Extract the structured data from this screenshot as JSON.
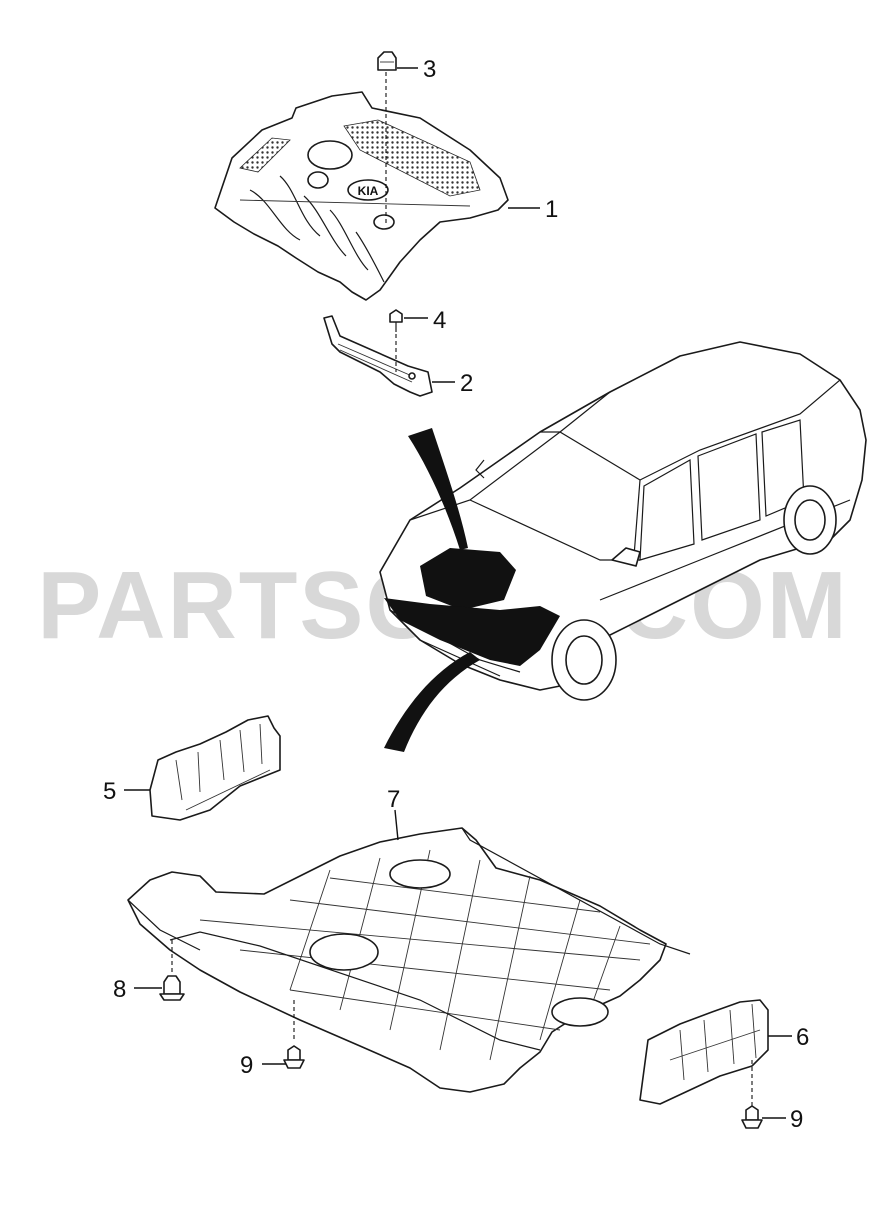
{
  "watermark": "PARTSOUQ.COM",
  "callouts": [
    {
      "id": "c1",
      "label": "1"
    },
    {
      "id": "c2",
      "label": "2"
    },
    {
      "id": "c3",
      "label": "3"
    },
    {
      "id": "c4",
      "label": "4"
    },
    {
      "id": "c5",
      "label": "5"
    },
    {
      "id": "c6",
      "label": "6"
    },
    {
      "id": "c7",
      "label": "7"
    },
    {
      "id": "c8",
      "label": "8"
    },
    {
      "id": "c9a",
      "label": "9"
    },
    {
      "id": "c9b",
      "label": "9"
    }
  ],
  "emblem": "KIA"
}
